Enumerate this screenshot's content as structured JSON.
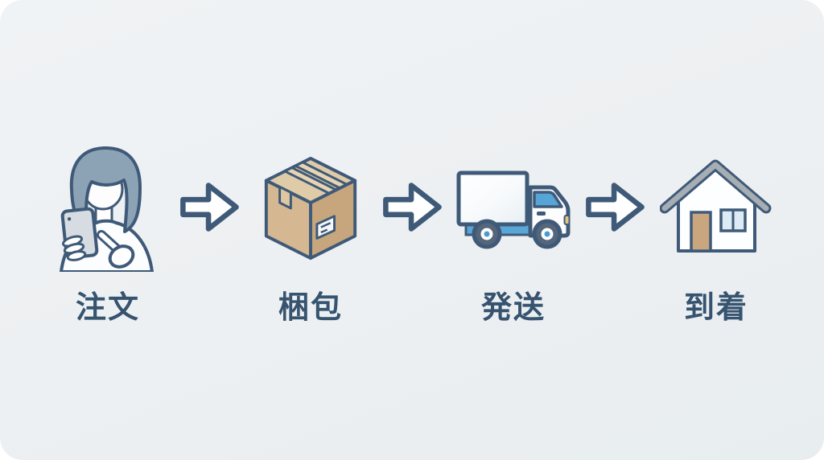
{
  "card": {
    "page_background": "#ffffff",
    "background_top": "#f0f3f5",
    "background_bottom": "#e8edf0"
  },
  "palette": {
    "outline": "#3f5a78",
    "label": "#36536f",
    "arrow_fill": "#ffffff",
    "hair": "#8ca3b6",
    "phone": "#d6dce2",
    "box_top": "#e0cba8",
    "box_left": "#d5b892",
    "box_right": "#c7a67e",
    "box_tape": "#e7d4b2",
    "truck_blue": "#57a4d6",
    "wheel_dark": "#55657a",
    "roof_gray": "#a6adb3",
    "door_tan": "#c9a67e",
    "window_blue": "#dcebf4"
  },
  "flow": {
    "connector_icon": "arrow-right-icon",
    "steps": [
      {
        "label": "注文",
        "icon": "woman-ordering-on-smartphone-icon"
      },
      {
        "label": "梱包",
        "icon": "cardboard-box-icon"
      },
      {
        "label": "発送",
        "icon": "delivery-truck-icon"
      },
      {
        "label": "到着",
        "icon": "house-icon"
      }
    ]
  }
}
